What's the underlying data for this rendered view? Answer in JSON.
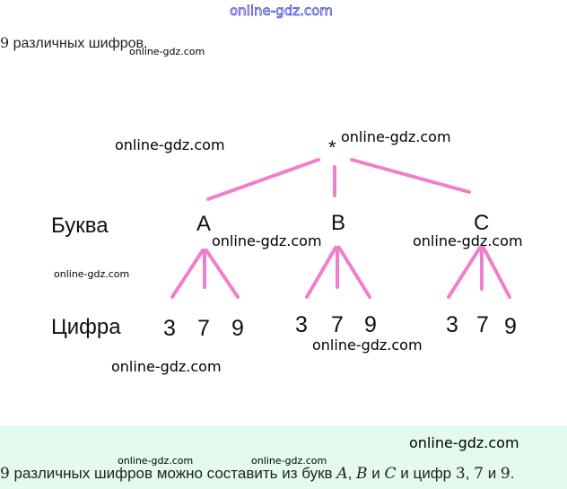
{
  "watermark": "online-gdz.com",
  "intro_count": "9",
  "intro_text": " различных шифров.",
  "tree": {
    "root": "*",
    "row_label_letters": "Буква",
    "row_label_digits": "Цифра",
    "letters": [
      "A",
      "B",
      "C"
    ],
    "digits": [
      "3",
      "7",
      "9"
    ]
  },
  "answer": {
    "n": "9",
    "t1": " различных шифров можно составить из букв ",
    "a": "A",
    "sep1": ", ",
    "b": "B",
    "and1": " и ",
    "c": "C",
    "t2": " и цифр ",
    "d1": "3",
    "sep2": ", ",
    "d2": "7",
    "and2": " и ",
    "d3": "9",
    "end": "."
  },
  "colors": {
    "branch": "#f07fcb",
    "band": "#e3faec"
  }
}
